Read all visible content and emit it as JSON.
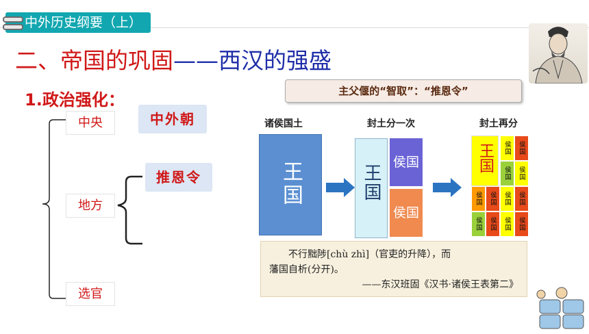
{
  "header": {
    "course_tag": "中外历史纲要（上）"
  },
  "title": {
    "part1": "二、帝国的巩固",
    "dash": "——",
    "part2": "西汉的强盛"
  },
  "subtitle": "1.政治强化：",
  "tree": {
    "central_label": "中央",
    "central_value": "中外朝",
    "local_label": "地方",
    "local_value": "推恩令",
    "officials_label": "选官"
  },
  "diagram": {
    "caption": "主父偃的“智取”：“推恩令”",
    "col1_title": "诸侯国土",
    "col2_title": "封土分一次",
    "col3_title": "封土再分",
    "wangguo": "王国",
    "houguo": "侯国",
    "grid_cells": [
      {
        "text": "侯国",
        "color": "#ffff00"
      },
      {
        "text": "侯国",
        "color": "#e84a1a"
      },
      {
        "text": "侯国",
        "color": "#9ad13b"
      },
      {
        "text": "侯国",
        "color": "#ffff00"
      },
      {
        "text": "侯国",
        "color": "#ff9900"
      },
      {
        "text": "侯国",
        "color": "#e84a1a"
      },
      {
        "text": "侯国",
        "color": "#ffff00"
      },
      {
        "text": "侯国",
        "color": "#e84a1a"
      },
      {
        "text": "侯国",
        "color": "#9ad13b"
      },
      {
        "text": "侯国",
        "color": "#e84a1a"
      },
      {
        "text": "侯国",
        "color": "#ffff00"
      },
      {
        "text": "侯国",
        "color": "#e84a1a"
      },
      {
        "text": "侯国",
        "color": "#5aa3e6"
      },
      {
        "text": "侯国",
        "color": "#e84a1a"
      },
      {
        "text": "侯国",
        "color": "#ff9900"
      },
      {
        "text": "侯国",
        "color": "#9ad13b"
      }
    ]
  },
  "quote": {
    "line1": "不行黜陟[chù zhì]（官吏的升降），而",
    "line2": "藩国自析(分开)。",
    "line3": "——东汉班固《汉书·诸侯王表第二》"
  },
  "colors": {
    "title_blue": "#1f2ea8",
    "accent_red": "#d01818",
    "teal": "#12a7b0"
  }
}
